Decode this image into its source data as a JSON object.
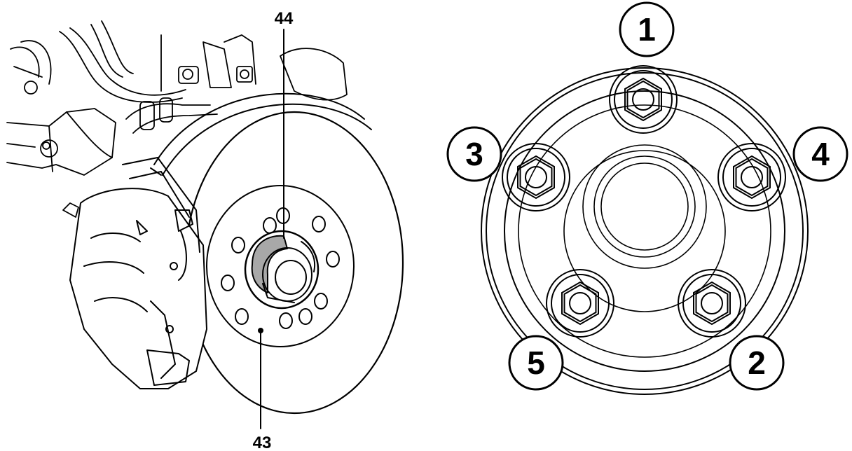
{
  "left_figure": {
    "callouts": [
      {
        "id": "callout-44",
        "text": "44"
      },
      {
        "id": "callout-43",
        "text": "43"
      }
    ]
  },
  "right_figure": {
    "bolt_order_labels": [
      "1",
      "2",
      "3",
      "4",
      "5"
    ]
  },
  "colors": {
    "line": "#000000",
    "background": "#ffffff",
    "highlight_fill": "#a8a8a8"
  }
}
